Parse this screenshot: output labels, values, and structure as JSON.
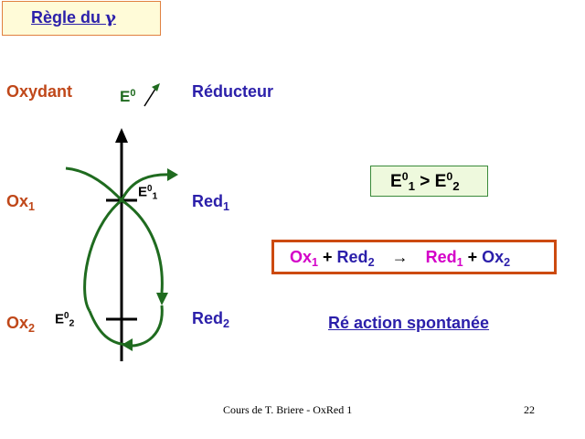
{
  "title": {
    "text": "Règle du ",
    "gamma": "γ"
  },
  "headers": {
    "oxidant": "Oxydant",
    "e0": "E",
    "e0_sup": "0",
    "reductant": "Réducteur"
  },
  "pair1": {
    "ox": "Ox",
    "ox_sub": "1",
    "e": "E",
    "e_sup": "0",
    "e_sub": "1",
    "red": "Red",
    "red_sub": "1"
  },
  "pair2": {
    "ox": "Ox",
    "ox_sub": "2",
    "e": "E",
    "e_sup": "0",
    "e_sub": "2",
    "red": "Red",
    "red_sub": "2"
  },
  "comparison": {
    "e_a": "E",
    "sup_a": "0",
    "sub_a": "1",
    "op": " > ",
    "e_b": "E",
    "sup_b": "0",
    "sub_b": "2"
  },
  "equation": {
    "ox1": "Ox",
    "ox1_sub": "1",
    "plus1": " + ",
    "red2": "Red",
    "red2_sub": "2",
    "arrow": "→",
    "red1": "Red",
    "red1_sub": "1",
    "plus2": " + ",
    "ox2": "Ox",
    "ox2_sub": "2"
  },
  "spontaneous": "Ré action spontanée",
  "footer": {
    "course": "Cours de T. Briere - OxRed 1",
    "page": "22"
  },
  "colors": {
    "blue": "#2b1faa",
    "orange": "#c0481a",
    "green": "#1f6b1f",
    "magenta": "#d400c8"
  }
}
